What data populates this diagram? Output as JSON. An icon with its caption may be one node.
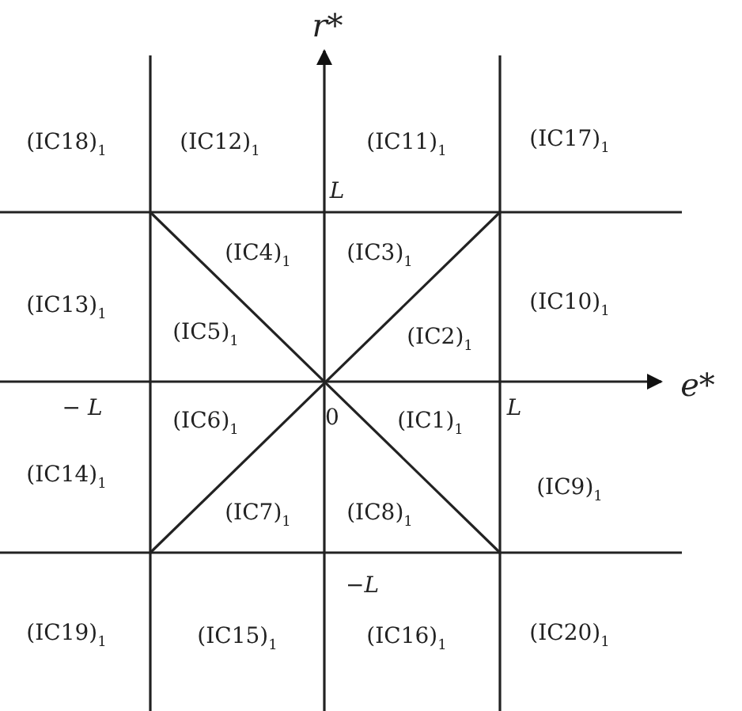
{
  "diagram": {
    "labels": [
      "r*",
      "(IC18)$_{1}$",
      "(IC12)$_{1}$",
      "(IC11)$_{1}$",
      "(IC17)$_{1}$",
      "L",
      "(IC4)$_{1}$",
      "(IC3)$_{1}$",
      "(IC13)$_{1}$",
      "(IC5)$_{1}$",
      "(IC2)$_{1}$",
      "(IC10)$_{1}$",
      "e*",
      "− L",
      "(IC6)$_{1}$",
      "0",
      "(IC1)$_{1}$",
      "L",
      "(IC14)$_{1}$",
      "(IC9)$_{1}$",
      "(IC7)$_{1}$",
      "(IC8)$_{1}$",
      "−L",
      "(IC19)$_{1}$",
      "(IC15)$_{1}$",
      "(IC16)$_{1}$",
      "(IC20)$_{1}$"
    ]
  }
}
